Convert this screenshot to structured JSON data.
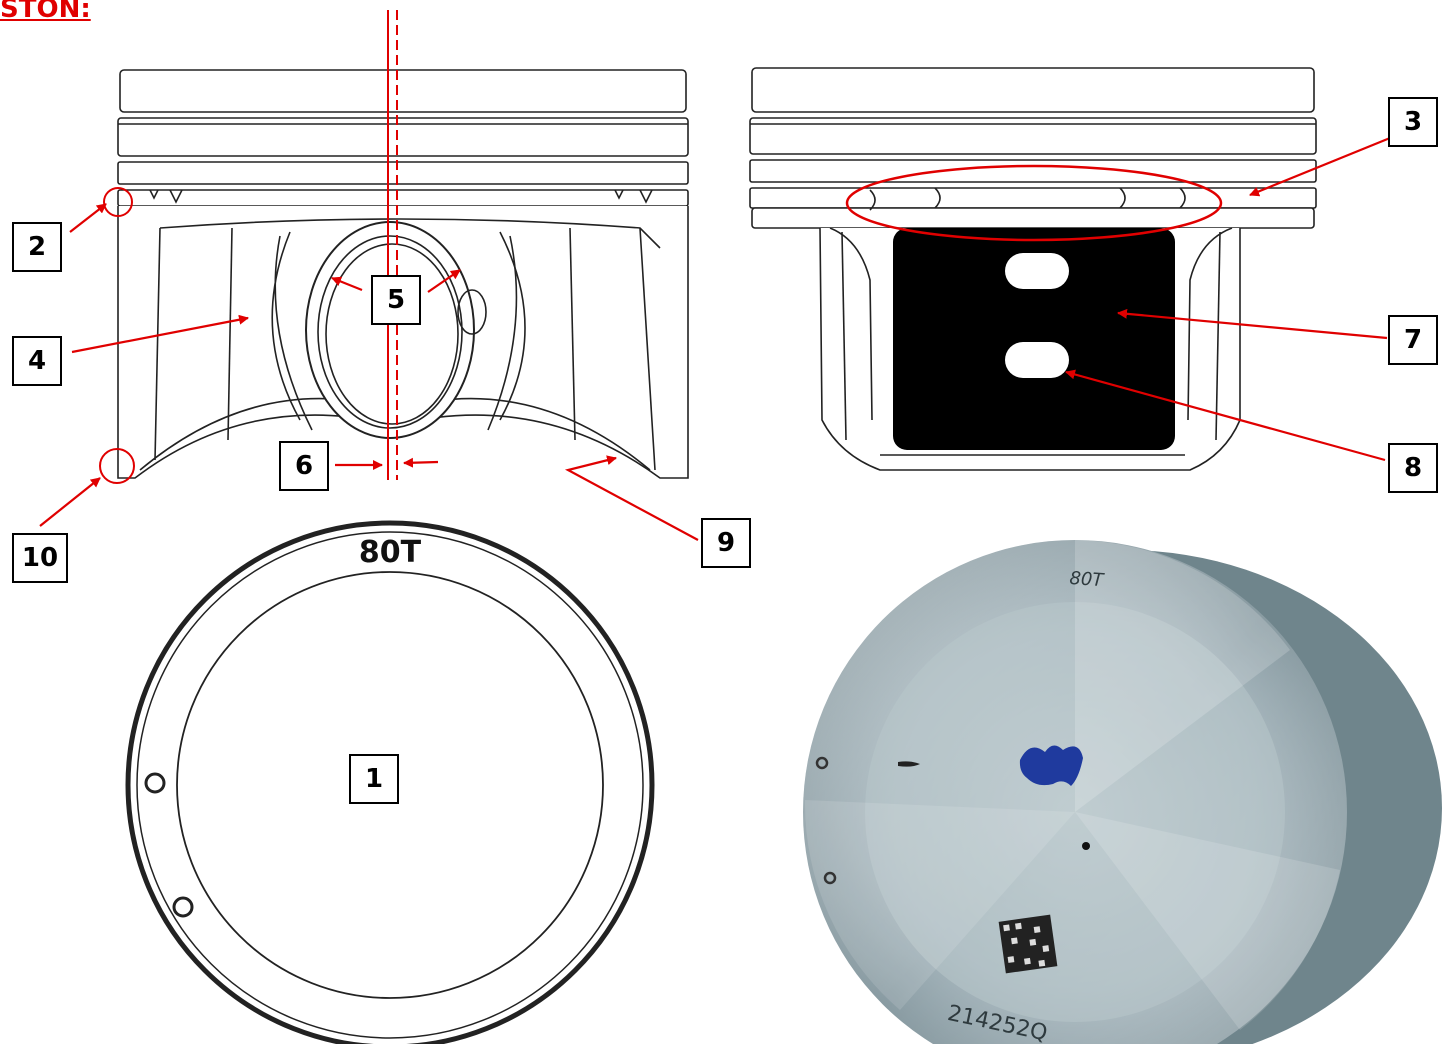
{
  "title": "STON:",
  "colors": {
    "title": "#e00000",
    "arrow": "#e00000",
    "outline": "#222222",
    "window": "#000000",
    "crown_metal": "#8fa3ab"
  },
  "callouts": [
    {
      "id": "1",
      "label": "1"
    },
    {
      "id": "2",
      "label": "2"
    },
    {
      "id": "3",
      "label": "3"
    },
    {
      "id": "4",
      "label": "4"
    },
    {
      "id": "5",
      "label": "5"
    },
    {
      "id": "6",
      "label": "6"
    },
    {
      "id": "7",
      "label": "7"
    },
    {
      "id": "8",
      "label": "8"
    },
    {
      "id": "9",
      "label": "9"
    },
    {
      "id": "10",
      "label": "10"
    }
  ],
  "crown_drawing_marking": "80T",
  "photo": {
    "marking_top": "80T",
    "serial": "214252Q"
  }
}
